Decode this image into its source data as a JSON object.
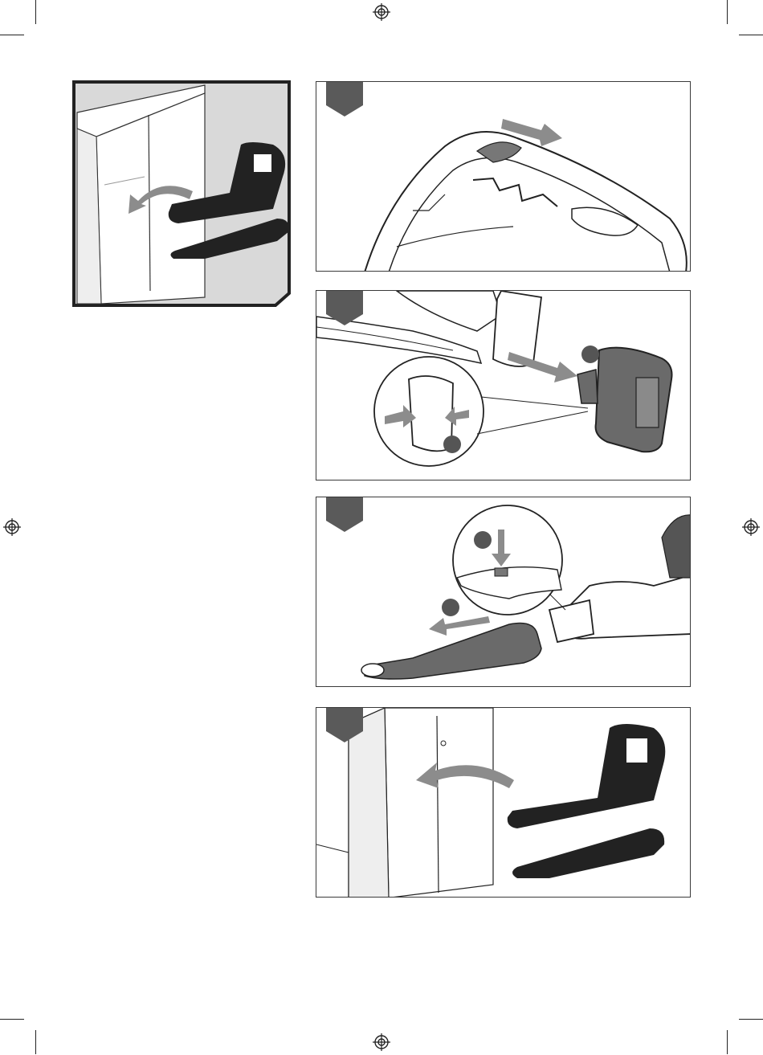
{
  "page": {
    "panels": [
      {
        "id": "overview",
        "label": ""
      },
      {
        "id": "step-1",
        "label": ""
      },
      {
        "id": "step-2",
        "label": ""
      },
      {
        "id": "step-3",
        "label": ""
      },
      {
        "id": "step-4",
        "label": ""
      }
    ],
    "colors": {
      "ink": "#222222",
      "gray_fill": "#5a5a5a",
      "light_gray": "#d9d9d9",
      "arrow_gray": "#8c8c8c"
    },
    "icons": [
      "registration-mark-icon",
      "storage-cabinet-icon",
      "leaf-blower-icon",
      "battery-pack-icon",
      "blower-tube-icon"
    ]
  }
}
